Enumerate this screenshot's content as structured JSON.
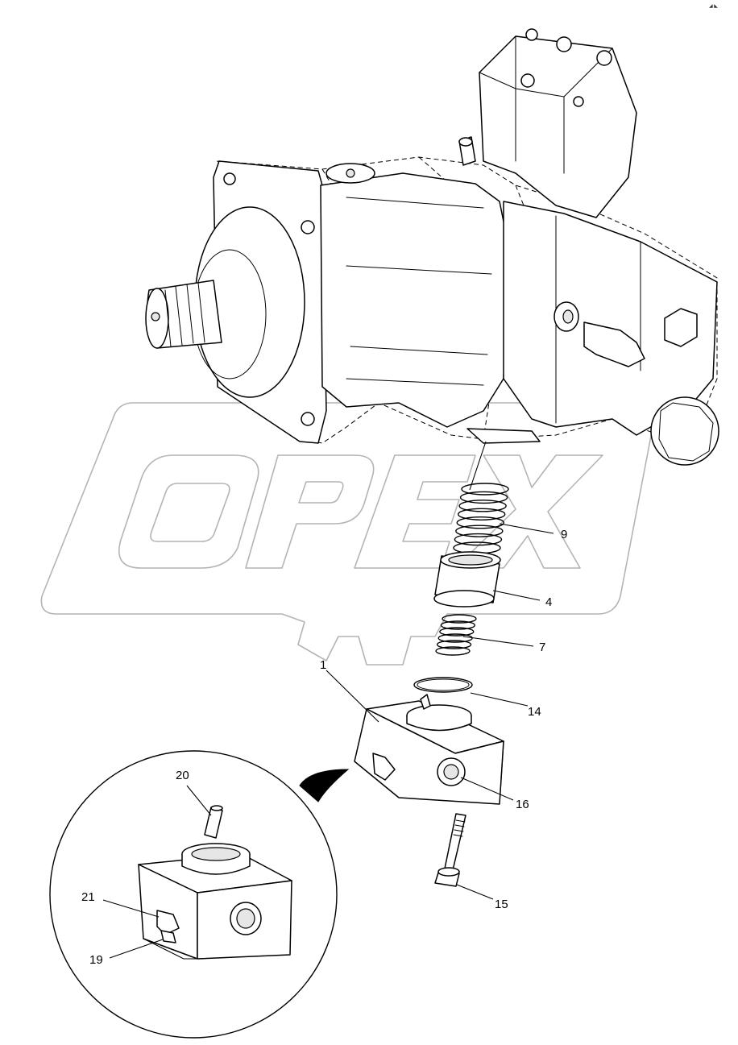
{
  "watermark": {
    "text": "OPEX"
  },
  "corner_mark": "◢ ◣",
  "callouts": [
    {
      "id": "9",
      "label": "9"
    },
    {
      "id": "4",
      "label": "4"
    },
    {
      "id": "7",
      "label": "7"
    },
    {
      "id": "1",
      "label": "1"
    },
    {
      "id": "14",
      "label": "14"
    },
    {
      "id": "16",
      "label": "16"
    },
    {
      "id": "15",
      "label": "15"
    },
    {
      "id": "20",
      "label": "20"
    },
    {
      "id": "21",
      "label": "21"
    },
    {
      "id": "19",
      "label": "19"
    }
  ]
}
